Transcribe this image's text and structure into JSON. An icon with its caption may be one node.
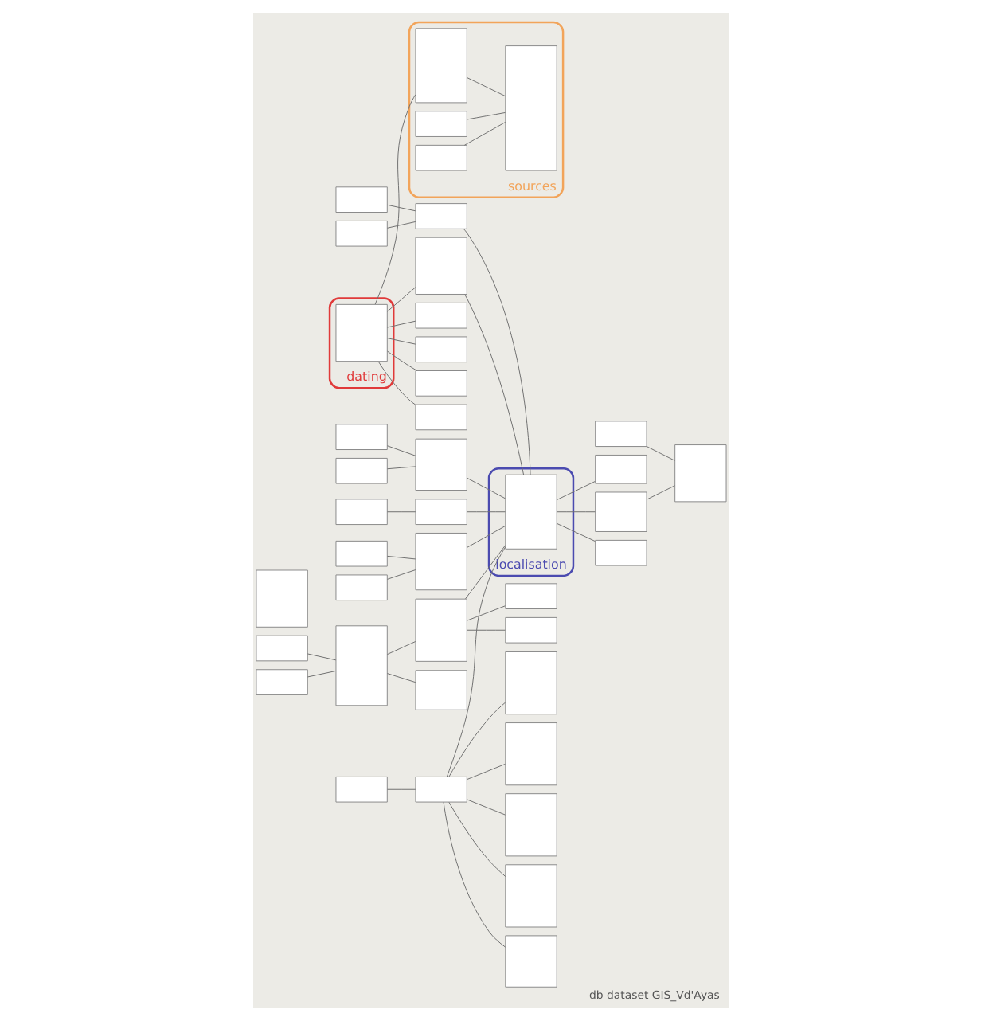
{
  "diagram": {
    "caption": "db dataset GIS_Vd'Ayas",
    "nodes": [
      {
        "text": [
          "localisation"
        ]
      },
      {
        "text": [
          "dating"
        ]
      },
      {
        "text": [
          "sources"
        ]
      },
      {
        "text": [],
        "shape": "box"
      },
      {
        "text": [],
        "shape": "box"
      },
      {
        "text": [],
        "shape": "box"
      },
      {
        "text": [],
        "shape": "box",
        "in": 1
      },
      {
        "text": [],
        "shape": "box"
      },
      {
        "text": [],
        "shape": "box",
        "in": 2
      },
      {
        "text": [],
        "shape": "box",
        "in": 2
      },
      {
        "text": [],
        "shape": "box"
      },
      {
        "text": [],
        "shape": "box"
      },
      {
        "text": [],
        "shape": "box",
        "in": 0
      },
      {
        "text": [],
        "shape": "box"
      },
      {
        "text": [],
        "shape": "box"
      },
      {
        "text": [],
        "shape": "box"
      },
      {
        "text": [],
        "shape": "box",
        "in": 2
      },
      {
        "text": [],
        "shape": "box"
      },
      {
        "text": [],
        "shape": "box"
      },
      {
        "text": [],
        "shape": "box",
        "in": 2
      },
      {
        "text": [],
        "shape": "box"
      },
      {
        "text": [],
        "shape": "box"
      },
      {
        "text": [],
        "shape": "box"
      },
      {
        "text": [],
        "shape": "box"
      },
      {
        "text": [],
        "shape": "box"
      },
      {
        "text": [],
        "shape": "box"
      },
      {
        "text": [],
        "shape": "box"
      },
      {
        "text": [],
        "shape": "box"
      },
      {
        "text": [],
        "shape": "box"
      },
      {
        "text": [],
        "shape": "box"
      },
      {
        "text": [],
        "shape": "box"
      },
      {
        "text": [],
        "shape": "box"
      },
      {
        "text": [],
        "shape": "box"
      },
      {
        "text": [],
        "shape": "box"
      },
      {
        "text": [],
        "shape": "box"
      },
      {
        "text": [],
        "shape": "box"
      },
      {
        "text": [],
        "shape": "box"
      },
      {
        "text": [],
        "shape": "box"
      },
      {
        "text": [],
        "shape": "box"
      },
      {
        "text": [],
        "shape": "box"
      },
      {
        "text": [],
        "shape": "box"
      },
      {
        "text": [],
        "shape": "box"
      },
      {
        "text": [],
        "shape": "box"
      },
      {
        "text": [],
        "shape": "box"
      },
      {
        "text": [],
        "shape": "box"
      }
    ],
    "edges": [
      {
        "from": 3,
        "to": 4,
        "arrow": "none"
      },
      {
        "from": 10,
        "to": 4,
        "arrow": "none"
      },
      {
        "from": 4,
        "to": 12,
        "arrow": "none"
      },
      {
        "from": 5,
        "to": 12,
        "arrow": "none"
      },
      {
        "from": 13,
        "to": 14,
        "arrow": "none"
      },
      {
        "from": 17,
        "to": 14,
        "arrow": "none"
      },
      {
        "from": 14,
        "to": 12,
        "arrow": "none"
      },
      {
        "from": 20,
        "to": 21,
        "arrow": "none"
      },
      {
        "from": 27,
        "to": 21,
        "arrow": "none"
      },
      {
        "from": 21,
        "to": 12,
        "arrow": "none"
      },
      {
        "from": 36,
        "to": 28,
        "arrow": "none"
      },
      {
        "from": 28,
        "to": 12,
        "arrow": "none"
      },
      {
        "from": 33,
        "to": 32,
        "arrow": "none"
      },
      {
        "from": 32,
        "to": 12,
        "arrow": "none"
      },
      {
        "from": 32,
        "to": 37,
        "arrow": "none"
      },
      {
        "from": 32,
        "to": 38,
        "arrow": "none"
      },
      {
        "from": 32,
        "to": 39,
        "arrow": "none"
      },
      {
        "from": 32,
        "to": 40,
        "arrow": "none"
      },
      {
        "from": 32,
        "to": 41,
        "arrow": "none"
      },
      {
        "from": 43,
        "to": 35,
        "arrow": "none"
      },
      {
        "from": 44,
        "to": 35,
        "arrow": "none"
      },
      {
        "from": 35,
        "to": 42,
        "arrow": "none"
      },
      {
        "from": 35,
        "to": 26,
        "arrow": "none"
      },
      {
        "from": 26,
        "to": 12,
        "arrow": "none"
      },
      {
        "from": 26,
        "to": 29,
        "arrow": "none"
      },
      {
        "from": 26,
        "to": 31,
        "arrow": "none"
      },
      {
        "from": 12,
        "to": 23,
        "arrow": "none"
      },
      {
        "from": 12,
        "to": 25,
        "arrow": "none"
      },
      {
        "from": 12,
        "to": 24,
        "arrow": "none"
      },
      {
        "from": 6,
        "to": 5,
        "arrow": "none"
      },
      {
        "from": 6,
        "to": 7,
        "arrow": "none"
      },
      {
        "from": 6,
        "to": 11,
        "arrow": "none"
      },
      {
        "from": 6,
        "to": 15,
        "arrow": "none"
      },
      {
        "from": 6,
        "to": 18,
        "arrow": "none"
      },
      {
        "from": 6,
        "to": 8,
        "arrow": "none"
      },
      {
        "from": 8,
        "to": 9,
        "arrow": "none"
      },
      {
        "from": 16,
        "to": 9,
        "arrow": "none"
      },
      {
        "from": 19,
        "to": 9,
        "arrow": "none"
      },
      {
        "from": 25,
        "to": 30,
        "arrow": "none"
      },
      {
        "from": 34,
        "to": 30,
        "arrow": "none"
      }
    ]
  }
}
